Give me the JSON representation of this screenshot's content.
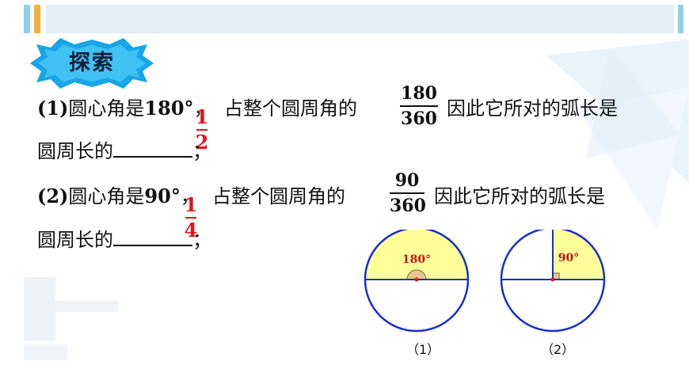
{
  "header": {
    "badge_label": "探索"
  },
  "line1": {
    "prefix": "(1)",
    "text_a": "圆心角是",
    "angle": "180°",
    "comma": "，",
    "text_b": "占整个圆周角的",
    "frac_num": "180",
    "frac_den": "360",
    "text_c": "因此它所对的弧长是"
  },
  "line2": {
    "text": "圆周长的",
    "ans_num": "1",
    "ans_den": "2",
    "semicolon": "；"
  },
  "line3": {
    "prefix": "(2)",
    "text_a": "圆心角是",
    "angle": "90°",
    "comma": "，",
    "text_b": "占整个圆周角的",
    "frac_num": "90",
    "frac_den": "360",
    "text_c": "因此它所对的弧长是"
  },
  "line4": {
    "text": "圆周长的",
    "ans_num": "1",
    "ans_den": "4",
    "semicolon": "；"
  },
  "figures": [
    {
      "label": "180°",
      "caption": "（1）"
    },
    {
      "label": "90°",
      "caption": "（2）"
    }
  ],
  "colors": {
    "circle_stroke": "#1a2fc9",
    "sector_fill": "#ffff99",
    "answer_red": "#e0141b",
    "label_red": "#c0141b"
  }
}
